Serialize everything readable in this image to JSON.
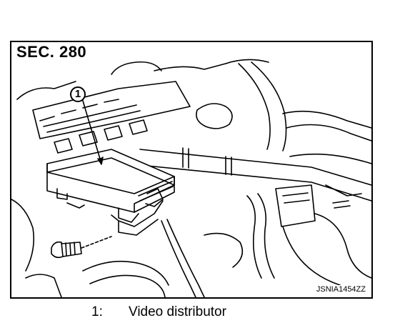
{
  "figure": {
    "section_label": "SEC. 280",
    "figure_id": "JSNIA1454ZZ",
    "callout_marker": "1"
  },
  "legend": {
    "items": [
      {
        "number": "1:",
        "text": "Video distributor"
      }
    ]
  }
}
